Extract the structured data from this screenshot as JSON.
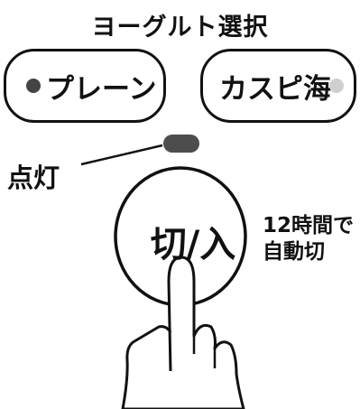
{
  "title": "ヨーグルト選択",
  "modes": [
    {
      "label": "プレーン",
      "led": "on",
      "led_color": "#444444"
    },
    {
      "label": "カスピ海",
      "led": "off",
      "led_color": "#cfcfcf"
    }
  ],
  "status_lamp": {
    "label": "点灯",
    "color": "#4d4d4d"
  },
  "power_button": {
    "label": "切/入"
  },
  "auto_off_note": {
    "line1": "12時間で",
    "line2": "自動切"
  }
}
